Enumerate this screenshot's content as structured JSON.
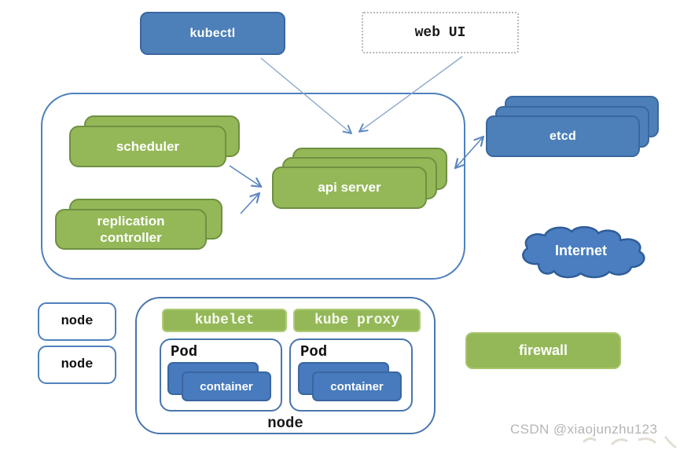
{
  "top": {
    "kubectl_label": "kubectl",
    "web_ui_label": "web UI"
  },
  "master": {
    "scheduler_label": "scheduler",
    "replication_controller_label": "replication controller",
    "api_server_label": "api server"
  },
  "right": {
    "etcd_label": "etcd",
    "internet_label": "Internet",
    "firewall_label": "firewall"
  },
  "nodes": {
    "small_node_1": "node",
    "small_node_2": "node"
  },
  "node_detail": {
    "kubelet_label": "kubelet",
    "kube_proxy_label": "kube proxy",
    "pods": [
      {
        "label": "Pod",
        "container_label": "container"
      },
      {
        "label": "Pod",
        "container_label": "container"
      }
    ],
    "node_label": "node"
  },
  "watermark": {
    "text": "CSDN @xiaojunzhu123"
  },
  "colors": {
    "green": "#94b857",
    "green_border": "#6e9041",
    "blue": "#4d80b9",
    "blue_border": "#3a67a0",
    "outline_blue": "#4f81bd",
    "arrow_blue": "#5b87c0",
    "watermark_gray": "#b5b5b5"
  }
}
